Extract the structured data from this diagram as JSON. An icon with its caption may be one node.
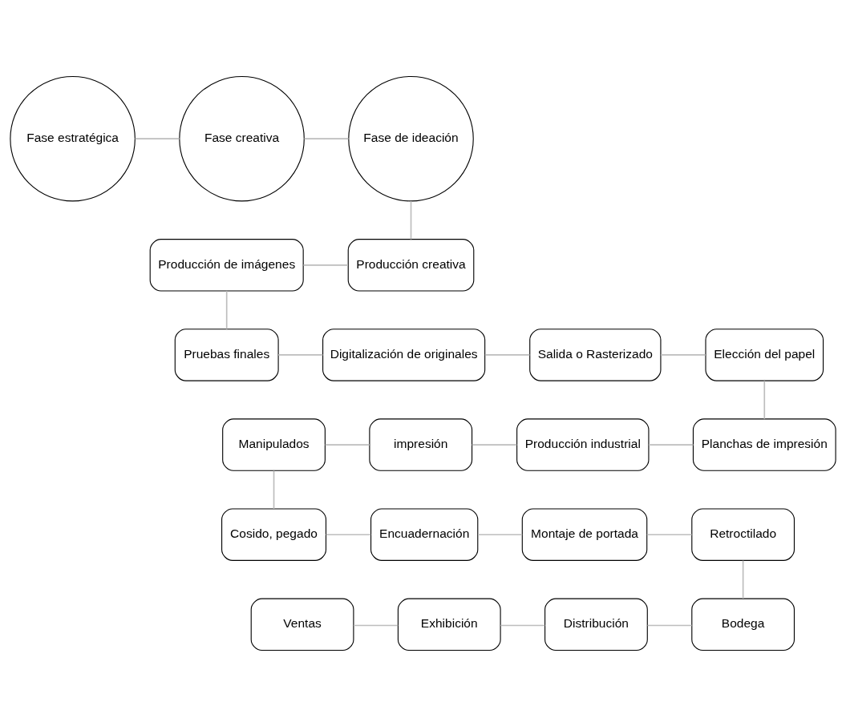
{
  "diagram": {
    "nodes": [
      {
        "text": [
          "Fase estratégica"
        ]
      },
      {
        "text": [
          "Fase creativa"
        ]
      },
      {
        "text": [
          "Fase de ideación"
        ]
      },
      {
        "text": [
          "Producción de imágenes"
        ]
      },
      {
        "text": [
          "Producción creativa"
        ]
      },
      {
        "text": [
          "Pruebas finales"
        ]
      },
      {
        "text": [
          "Digitalización de originales"
        ]
      },
      {
        "text": [
          "Salida o Rasterizado"
        ]
      },
      {
        "text": [
          "Elección del papel"
        ]
      },
      {
        "text": [
          "Manipulados"
        ]
      },
      {
        "text": [
          "impresión"
        ]
      },
      {
        "text": [
          "Producción industrial"
        ]
      },
      {
        "text": [
          "Planchas de impresión"
        ]
      },
      {
        "text": [
          "Cosido, pegado"
        ]
      },
      {
        "text": [
          "Encuadernación"
        ]
      },
      {
        "text": [
          "Montaje de portada"
        ]
      },
      {
        "text": [
          "Retroctilado"
        ]
      },
      {
        "text": [
          "Ventas"
        ]
      },
      {
        "text": [
          "Exhibición"
        ]
      },
      {
        "text": [
          "Distribución"
        ]
      },
      {
        "text": [
          "Bodega"
        ]
      }
    ],
    "edges": [
      {
        "from": 0,
        "to": 1,
        "arrow": "none"
      },
      {
        "from": 1,
        "to": 2,
        "arrow": "none"
      },
      {
        "from": 2,
        "to": 4,
        "arrow": "none"
      },
      {
        "from": 3,
        "to": 4,
        "arrow": "none"
      },
      {
        "from": 3,
        "to": 5,
        "arrow": "none"
      },
      {
        "from": 5,
        "to": 6,
        "arrow": "none"
      },
      {
        "from": 6,
        "to": 7,
        "arrow": "none"
      },
      {
        "from": 7,
        "to": 8,
        "arrow": "none"
      },
      {
        "from": 8,
        "to": 12,
        "arrow": "none"
      },
      {
        "from": 11,
        "to": 12,
        "arrow": "none"
      },
      {
        "from": 10,
        "to": 11,
        "arrow": "none"
      },
      {
        "from": 9,
        "to": 10,
        "arrow": "none"
      },
      {
        "from": 9,
        "to": 13,
        "arrow": "none"
      },
      {
        "from": 13,
        "to": 14,
        "arrow": "none"
      },
      {
        "from": 14,
        "to": 15,
        "arrow": "none"
      },
      {
        "from": 15,
        "to": 16,
        "arrow": "none"
      },
      {
        "from": 16,
        "to": 20,
        "arrow": "none"
      },
      {
        "from": 19,
        "to": 20,
        "arrow": "none"
      },
      {
        "from": 18,
        "to": 19,
        "arrow": "none"
      },
      {
        "from": 17,
        "to": 18,
        "arrow": "none"
      }
    ]
  }
}
